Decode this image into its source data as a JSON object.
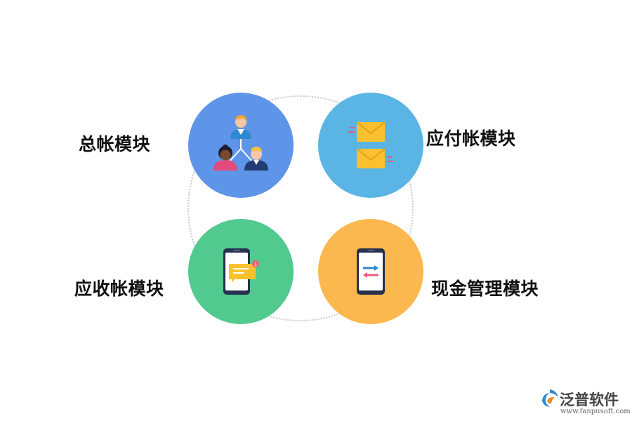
{
  "modules": [
    {
      "label": "总帐模块",
      "icon": "org-people-icon",
      "color": "#5f95e8"
    },
    {
      "label": "应付帐模块",
      "icon": "envelopes-icon",
      "color": "#5ab5e5"
    },
    {
      "label": "应收帐模块",
      "icon": "phone-message-icon",
      "color": "#52c98f"
    },
    {
      "label": "现金管理模块",
      "icon": "phone-transfer-icon",
      "color": "#fbb84f"
    }
  ],
  "logo": {
    "name": "泛普软件",
    "url": "www.fanpusoft.com"
  }
}
